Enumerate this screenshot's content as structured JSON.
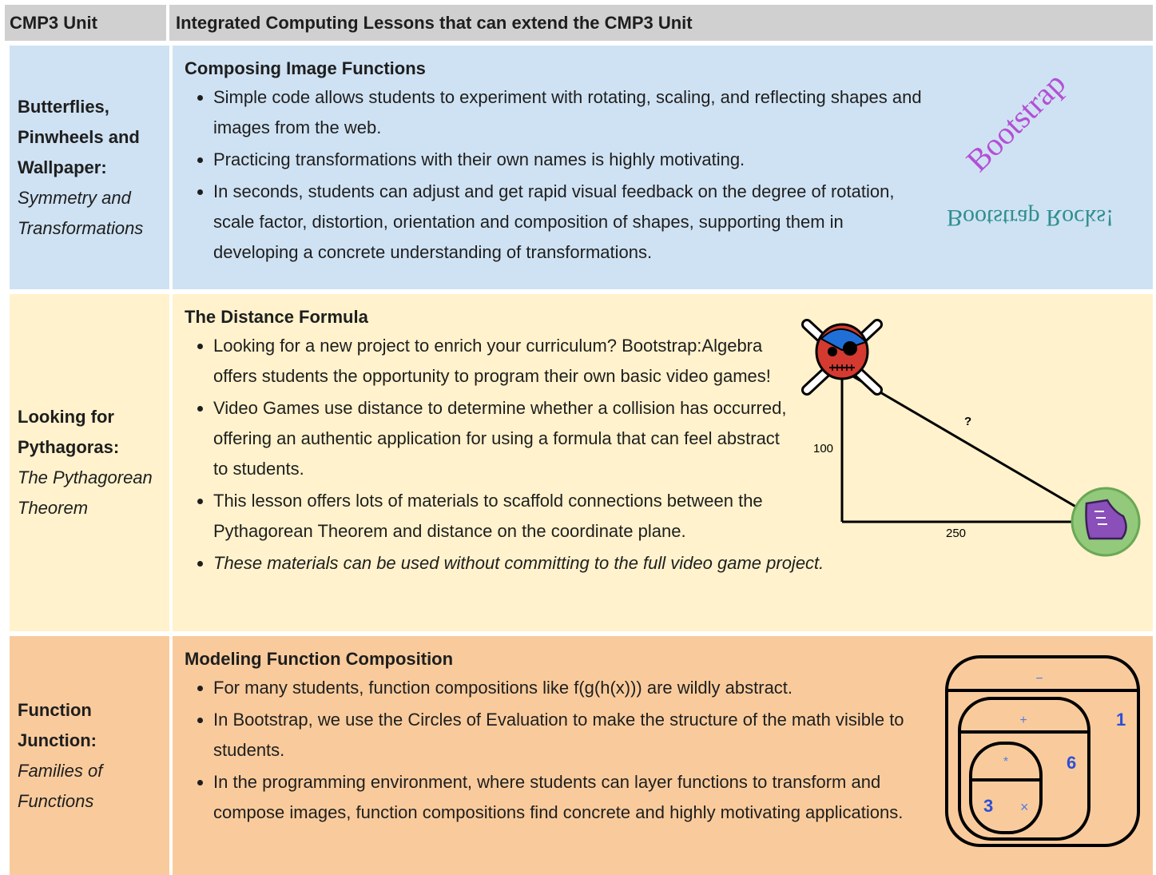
{
  "header": {
    "col1": "CMP3 Unit",
    "col2": "Integrated Computing Lessons that can extend the CMP3 Unit"
  },
  "rows": [
    {
      "unit_title": "Butterflies, Pinwheels and Wallpaper:",
      "unit_subtitle": "Symmetry and Transformations",
      "lesson_title": "Composing Image Functions",
      "bullets": [
        "Simple code allows students to experiment with rotating, scaling, and reflecting shapes and images from the web.",
        "Practicing transformations with their own names is highly motivating.",
        "In seconds, students can adjust and get rapid visual feedback on the degree of rotation, scale factor, distortion, orientation and composition of shapes, supporting them in developing a concrete understanding of transformations."
      ],
      "image": {
        "rotated_text": "Bootstrap",
        "flipped_text": "Bootstrap Rocks!",
        "rotated_color": "#b44fd6",
        "flipped_color": "#2f8f8f"
      }
    },
    {
      "unit_title": "Looking for Pythagoras:",
      "unit_subtitle": "The Pythagorean Theorem",
      "lesson_title": "The Distance Formula",
      "bullets": [
        "Looking for a new project to enrich your curriculum? Bootstrap:Algebra offers students the opportunity to program their own basic video games!",
        "Video Games use distance to determine whether a collision has occurred, offering an authentic application for using a formula that can feel abstract to students.",
        "This lesson offers lots of materials to scaffold connections between the Pythagorean Theorem and distance on the coordinate plane."
      ],
      "italic_bullet": "These materials can be used without committing to the full video game project.",
      "diagram": {
        "vertical_label": "100",
        "horizontal_label": "250",
        "hypotenuse_label": "?",
        "skull_icon": "skull-crossbones-icon",
        "shoe_icon": "shoe-icon"
      }
    },
    {
      "unit_title": "Function Junction:",
      "unit_subtitle": "Families of Functions",
      "lesson_title": "Modeling Function Composition",
      "bullets": [
        "For many students, function compositions like f(g(h(x))) are wildly abstract.",
        "In Bootstrap, we use the Circles of Evaluation to make the structure of the math visible to students.",
        "In the programming environment, where students can layer functions to transform and compose images, function compositions find concrete and highly motivating applications."
      ],
      "circles": {
        "outer_op": "−",
        "middle_op": "+",
        "inner_op": "*",
        "num_outer": "1",
        "num_middle": "6",
        "num_inner": "3",
        "inner_var": "×"
      }
    }
  ],
  "colors": {
    "row1": "#cfe2f3",
    "row2": "#fff2cc",
    "row3": "#f9cb9c",
    "header": "#d0d0d0"
  }
}
